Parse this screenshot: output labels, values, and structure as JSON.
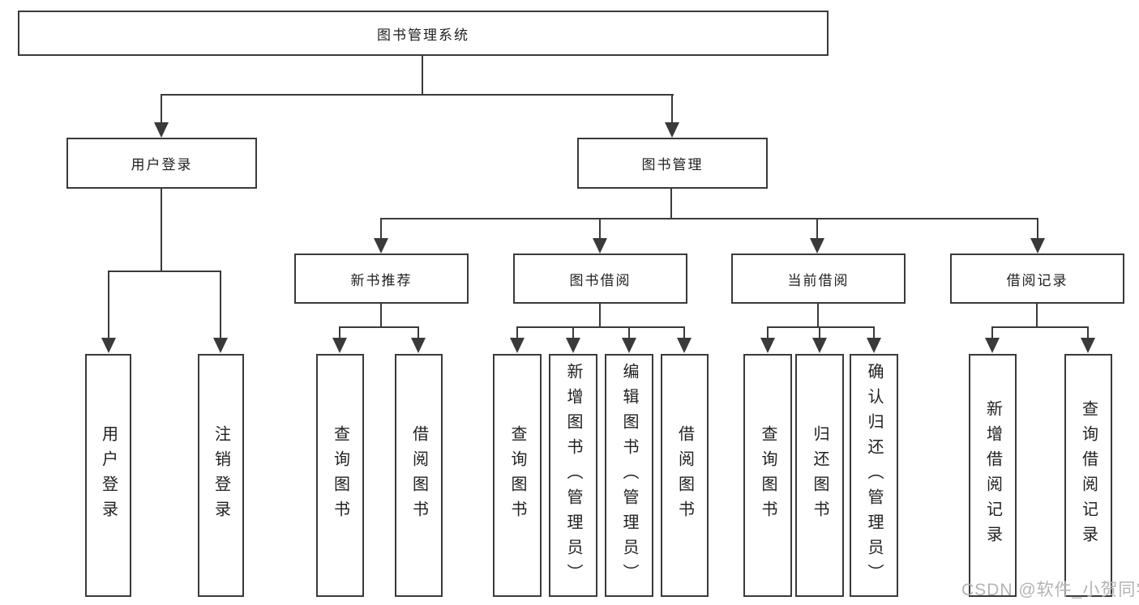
{
  "diagram": {
    "title": "图书管理系统",
    "root": {
      "label": "图书管理系统"
    },
    "level2": [
      {
        "label": "用户登录"
      },
      {
        "label": "图书管理"
      }
    ],
    "level3": [
      {
        "label": "新书推荐"
      },
      {
        "label": "图书借阅"
      },
      {
        "label": "当前借阅"
      },
      {
        "label": "借阅记录"
      }
    ],
    "leaves": {
      "user_login": [
        {
          "label": "用户登录"
        },
        {
          "label": "注销登录"
        }
      ],
      "new_book": [
        {
          "label": "查询图书"
        },
        {
          "label": "借阅图书"
        }
      ],
      "borrow": [
        {
          "label": "查询图书"
        },
        {
          "label": "新增图书（管理员）"
        },
        {
          "label": "编辑图书（管理员）"
        },
        {
          "label": "借阅图书"
        }
      ],
      "current": [
        {
          "label": "查询图书"
        },
        {
          "label": "归还图书"
        },
        {
          "label": "确认归还（管理员）"
        }
      ],
      "records": [
        {
          "label": "新增借阅记录"
        },
        {
          "label": "查询借阅记录"
        }
      ]
    }
  },
  "watermark": {
    "text": "CSDN @软件_小贺同学"
  },
  "colors": {
    "line": "#3a3a3a",
    "text": "#212121",
    "watermark": "#b3b3b3",
    "background": "#ffffff"
  }
}
